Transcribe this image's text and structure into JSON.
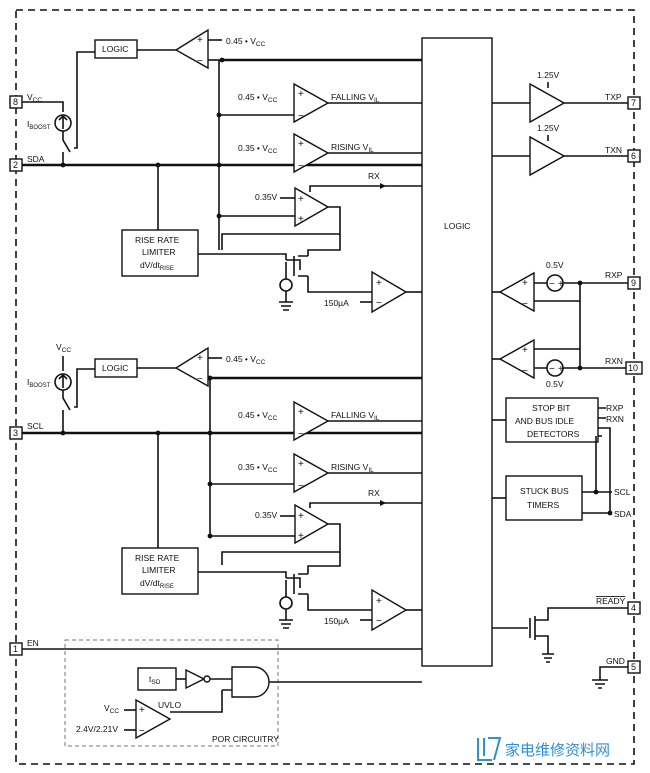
{
  "pins": {
    "vcc": {
      "number": "8",
      "label": "V",
      "sub": "CC"
    },
    "sda": {
      "number": "2",
      "label": "SDA"
    },
    "scl": {
      "number": "3",
      "label": "SCL"
    },
    "en": {
      "number": "1",
      "label": "EN"
    },
    "txp": {
      "number": "7",
      "label": "TXP"
    },
    "txn": {
      "number": "6",
      "label": "TXN"
    },
    "rxp": {
      "number": "9",
      "label": "RXP"
    },
    "rxn": {
      "number": "10",
      "label": "RXN"
    },
    "ready": {
      "number": "4",
      "label": "READY"
    },
    "gnd": {
      "number": "5",
      "label": "GND"
    }
  },
  "blocks": {
    "logic_main": "LOGIC",
    "logic_small_1": "LOGIC",
    "logic_small_2": "LOGIC",
    "rise_rate_line1": "RISE RATE",
    "rise_rate_line2": "LIMITER",
    "rise_rate_line3": "dV/dt",
    "rise_rate_sub": "RISE",
    "stop_bit_line1": "STOP BIT",
    "stop_bit_line2": "AND BUS IDLE",
    "stop_bit_line3": "DETECTORS",
    "stuck_bus_line1": "STUCK BUS",
    "stuck_bus_line2": "TIMERS",
    "tsd": "t",
    "tsd_sub": "SD",
    "uvlo": "UVLO",
    "por": "POR CIRCUITRY"
  },
  "labels": {
    "vcc_text": "V",
    "vcc_sub": "CC",
    "iboost": "I",
    "iboost_sub": "BOOST",
    "ref_045": "0.45 • V",
    "ref_035": "0.35 • V",
    "ref_cc_sub": "CC",
    "v035": "0.35V",
    "falling": "FALLING V",
    "rising": "RISING V",
    "il_sub": "IL",
    "rx": "RX",
    "i150": "150µA",
    "v125": "1.25V",
    "v05": "0.5V",
    "uvlo_thresh": "2.4V/2.21V",
    "det_rxp": "RXP",
    "det_rxn": "RXN",
    "timer_scl": "SCL",
    "timer_sda": "SDA",
    "watermark": "家电维修资料网"
  }
}
